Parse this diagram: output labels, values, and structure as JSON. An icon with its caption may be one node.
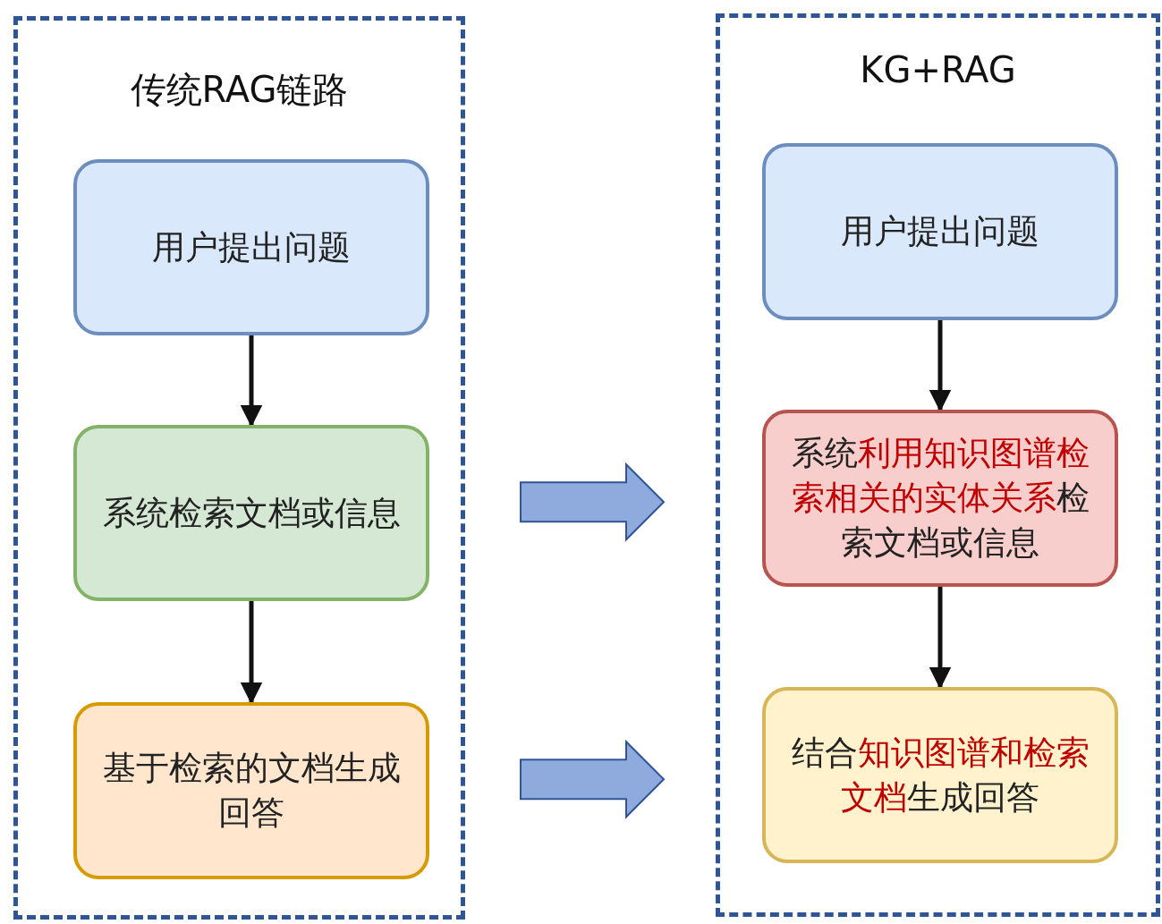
{
  "diagram": {
    "nodes": [
      {
        "text": [
          "传统RAG链路"
        ]
      },
      {
        "text": [
          "用户提出问题"
        ],
        "in": 0
      },
      {
        "text": [
          "系统检索文档或信息"
        ],
        "in": 0
      },
      {
        "text": [
          "基于检索的文档生成回答"
        ],
        "in": 0
      },
      {
        "text": [
          "KG+RAG"
        ]
      },
      {
        "text": [
          "用户提出问题"
        ],
        "in": 4
      },
      {
        "text": [
          "系统**利用知识图谱检索相关的实体关系**检索文档或信息"
        ],
        "in": 4
      },
      {
        "text": [
          "结合**知识图谱和检索文档**生成回答"
        ],
        "in": 4
      }
    ],
    "edges": [
      {
        "from": 1,
        "to": 2,
        "arrow": "to"
      },
      {
        "from": 2,
        "to": 3,
        "arrow": "to"
      },
      {
        "from": 5,
        "to": 6,
        "arrow": "to"
      },
      {
        "from": 6,
        "to": 7,
        "arrow": "to"
      },
      {
        "from": 2,
        "to": 6,
        "arrow": "to",
        "style": "thick",
        "color": "#8faadc"
      },
      {
        "from": 3,
        "to": 7,
        "arrow": "to",
        "style": "thick",
        "color": "#8faadc"
      }
    ]
  }
}
